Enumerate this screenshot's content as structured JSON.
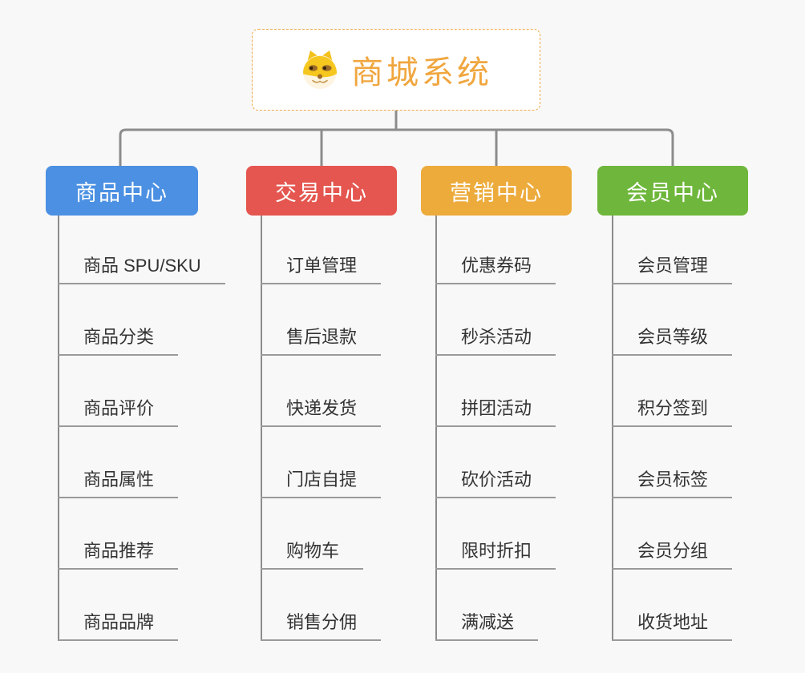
{
  "root": {
    "title": "商城系统",
    "icon": "doge-icon"
  },
  "branches": [
    {
      "label": "商品中心",
      "color": "#4b90e2",
      "items": [
        "商品 SPU/SKU",
        "商品分类",
        "商品评价",
        "商品属性",
        "商品推荐",
        "商品品牌"
      ]
    },
    {
      "label": "交易中心",
      "color": "#e4564f",
      "items": [
        "订单管理",
        "售后退款",
        "快递发货",
        "门店自提",
        "购物车",
        "销售分佣"
      ]
    },
    {
      "label": "营销中心",
      "color": "#edab3c",
      "items": [
        "优惠券码",
        "秒杀活动",
        "拼团活动",
        "砍价活动",
        "限时折扣",
        "满减送"
      ]
    },
    {
      "label": "会员中心",
      "color": "#6fb73c",
      "items": [
        "会员管理",
        "会员等级",
        "积分签到",
        "会员标签",
        "会员分组",
        "收货地址"
      ]
    }
  ],
  "colors": {
    "root_accent": "#f0a63e",
    "connector": "#8c8c8c",
    "underline": "#9a9a9a",
    "item_text": "#333333",
    "background": "#f8f8f8"
  }
}
